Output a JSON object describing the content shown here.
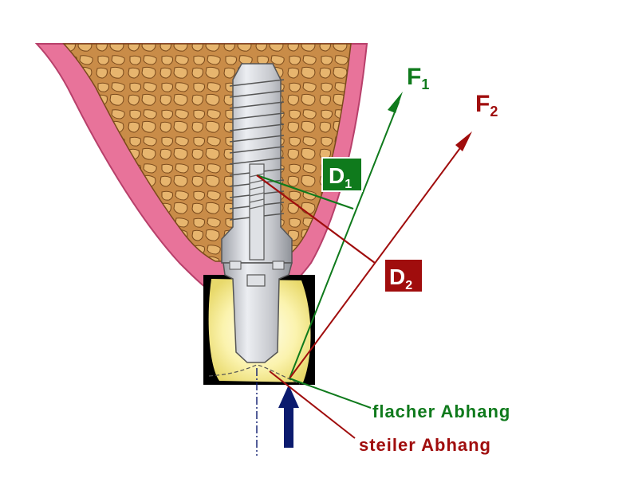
{
  "labels": {
    "f1_main": "F",
    "f1_sub": "1",
    "f2_main": "F",
    "f2_sub": "2",
    "d1_main": "D",
    "d1_sub": "1",
    "d2_main": "D",
    "d2_sub": "2",
    "flat_slope": "flacher Abhang",
    "steep_slope": "steiler Abhang"
  },
  "colors": {
    "green": "#0f7a1c",
    "red": "#a00d0d",
    "arrow_blue": "#0b1a6e",
    "gum_pink": "#e8739a",
    "gum_light": "#f5b4c6",
    "bone": "#c98c48",
    "bone_cell": "#e7b56e",
    "implant_gray": "#c4c6cc",
    "crown_yellow": "#fdf6b8"
  },
  "icons": {
    "force_arrow": "arrow-up-icon"
  }
}
